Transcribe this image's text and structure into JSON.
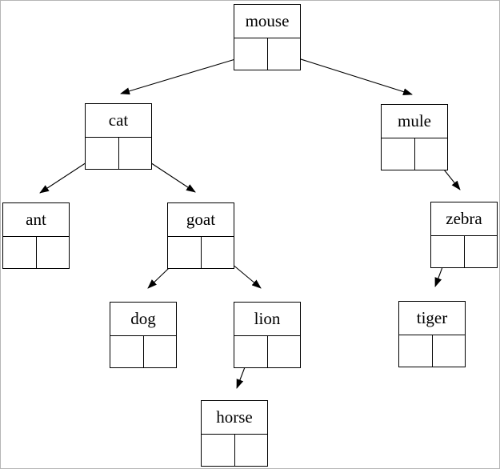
{
  "figure": {
    "background_color": "#ffffff",
    "border_color": "#b6b6b6",
    "line_color": "#000000",
    "text_color": "#000000"
  },
  "tree": {
    "type": "binary-tree-diagram",
    "root": "mouse",
    "nodes": [
      {
        "id": "mouse",
        "label": "mouse",
        "left_child": "cat",
        "right_child": "mule"
      },
      {
        "id": "cat",
        "label": "cat",
        "left_child": "ant",
        "right_child": "goat"
      },
      {
        "id": "mule",
        "label": "mule",
        "left_child": null,
        "right_child": "zebra"
      },
      {
        "id": "ant",
        "label": "ant",
        "left_child": null,
        "right_child": null
      },
      {
        "id": "goat",
        "label": "goat",
        "left_child": "dog",
        "right_child": "lion"
      },
      {
        "id": "zebra",
        "label": "zebra",
        "left_child": "tiger",
        "right_child": null
      },
      {
        "id": "dog",
        "label": "dog",
        "left_child": null,
        "right_child": null
      },
      {
        "id": "lion",
        "label": "lion",
        "left_child": "horse",
        "right_child": null
      },
      {
        "id": "tiger",
        "label": "tiger",
        "left_child": null,
        "right_child": null
      },
      {
        "id": "horse",
        "label": "horse",
        "left_child": null,
        "right_child": null
      }
    ],
    "edges": [
      {
        "from": "mouse",
        "pointer": "left",
        "to": "cat"
      },
      {
        "from": "mouse",
        "pointer": "right",
        "to": "mule"
      },
      {
        "from": "cat",
        "pointer": "left",
        "to": "ant"
      },
      {
        "from": "cat",
        "pointer": "right",
        "to": "goat"
      },
      {
        "from": "mule",
        "pointer": "right",
        "to": "zebra"
      },
      {
        "from": "goat",
        "pointer": "left",
        "to": "dog"
      },
      {
        "from": "goat",
        "pointer": "right",
        "to": "lion"
      },
      {
        "from": "zebra",
        "pointer": "left",
        "to": "tiger"
      },
      {
        "from": "lion",
        "pointer": "left",
        "to": "horse"
      }
    ]
  }
}
